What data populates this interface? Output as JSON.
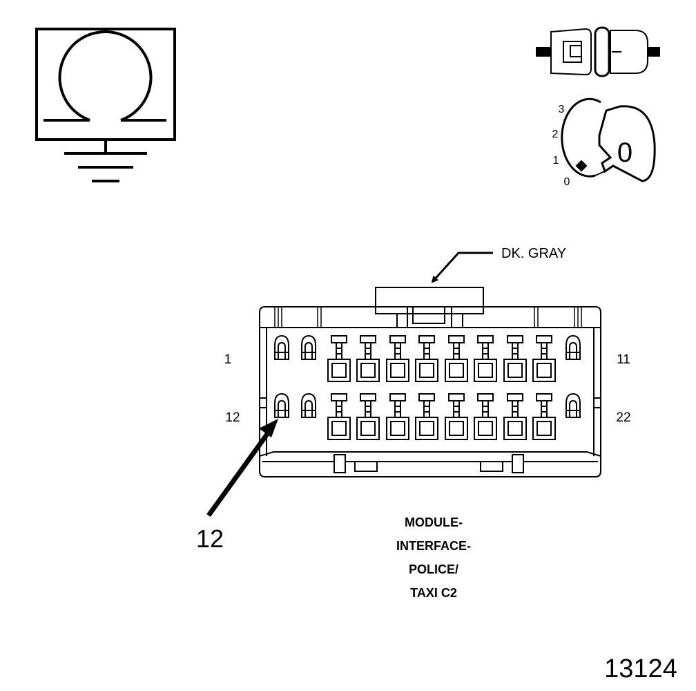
{
  "connector": {
    "color_label": "DK. GRAY",
    "title_lines": [
      "MODULE-",
      "INTERFACE-",
      "POLICE/",
      "TAXI C2"
    ],
    "pin_labels": {
      "top_left": "1",
      "top_right": "11",
      "bottom_left": "12",
      "bottom_right": "22"
    },
    "pin_count": 22,
    "callout": "12"
  },
  "ignition_key": {
    "positions": [
      "3",
      "2",
      "1",
      "0"
    ],
    "key_glyph": "0"
  },
  "figure_number": "13124"
}
